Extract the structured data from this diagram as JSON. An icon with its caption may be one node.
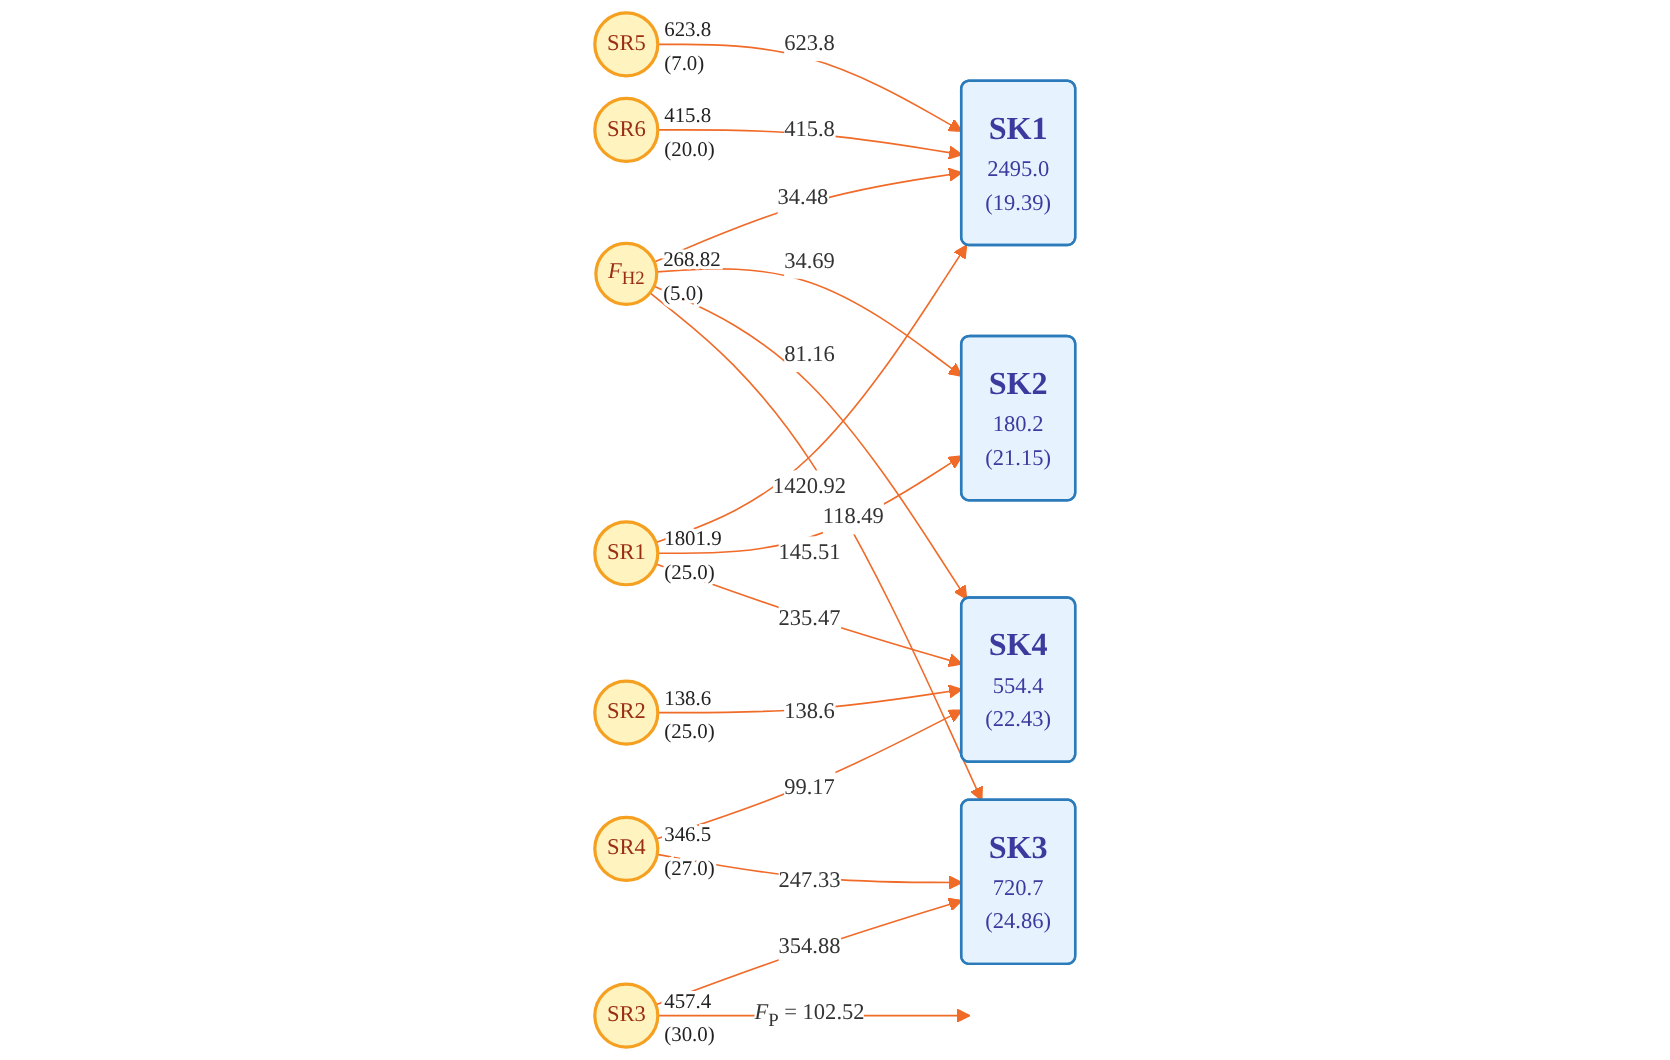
{
  "diagram": {
    "nodes": [
      {
        "text": [
          "*F*$_{H2}$"
        ],
        "beside": [
          "268.82",
          "(5.0)"
        ]
      },
      {
        "text": [
          "SR5"
        ],
        "beside": [
          "623.8",
          "(7.0)"
        ]
      },
      {
        "text": [
          "SR6"
        ],
        "beside": [
          "415.8",
          "(20.0)"
        ]
      },
      {
        "text": [
          "SR1"
        ],
        "beside": [
          "1801.9",
          "(25.0)"
        ]
      },
      {
        "text": [
          "SR2"
        ],
        "beside": [
          "138.6",
          "(25.0)"
        ]
      },
      {
        "text": [
          "SR4"
        ],
        "beside": [
          "346.5",
          "(27.0)"
        ]
      },
      {
        "text": [
          "SR3"
        ],
        "beside": [
          "457.4",
          "(30.0)"
        ]
      },
      {
        "text": [
          "SK1",
          "2495.0",
          "(19.39)"
        ]
      },
      {
        "text": [
          "SK2",
          "180.2",
          "(21.15)"
        ]
      },
      {
        "text": [
          "SK4",
          "554.4",
          "(22.43)"
        ]
      },
      {
        "text": [
          "SK3",
          "720.7",
          "(24.86)"
        ]
      }
    ],
    "edges": [
      {
        "from": 0,
        "to": 7,
        "arrow": "to",
        "label": "34.48"
      },
      {
        "from": 0,
        "to": 8,
        "arrow": "to",
        "label": "34.69"
      },
      {
        "from": 0,
        "to": 9,
        "arrow": "to",
        "label": "81.16"
      },
      {
        "from": 0,
        "to": 10,
        "arrow": "to",
        "label": "118.49"
      },
      {
        "from": 1,
        "to": 7,
        "arrow": "to",
        "label": "623.8"
      },
      {
        "from": 2,
        "to": 7,
        "arrow": "to",
        "label": "415.8"
      },
      {
        "from": 3,
        "to": 7,
        "arrow": "to",
        "label": "1420.92"
      },
      {
        "from": 3,
        "to": 8,
        "arrow": "to",
        "label": "145.51"
      },
      {
        "from": 3,
        "to": 9,
        "arrow": "to",
        "label": "235.47"
      },
      {
        "from": 4,
        "to": 9,
        "arrow": "to",
        "label": "138.6"
      },
      {
        "from": 5,
        "to": 9,
        "arrow": "to",
        "label": "99.17"
      },
      {
        "from": 5,
        "to": 10,
        "arrow": "to",
        "label": "247.33"
      },
      {
        "from": 6,
        "to": 10,
        "arrow": "to",
        "label": "354.88"
      },
      {
        "from": 6,
        "to": null,
        "arrow": "to",
        "label": "*F*$_{P}$ = 102.52"
      }
    ]
  }
}
